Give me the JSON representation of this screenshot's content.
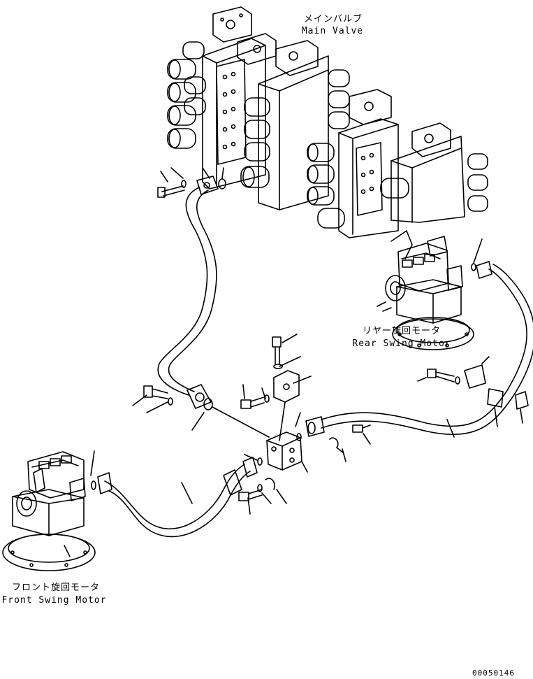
{
  "labels": {
    "main_valve_jp": "メインバルブ",
    "main_valve_en": "Main Valve",
    "rear_motor_jp": "リヤー旋回モータ",
    "rear_motor_en": "Rear Swing Motor",
    "front_motor_jp": "フロント旋回モータ",
    "front_motor_en": "Front Swing Motor",
    "drawing_number": "00050146"
  },
  "colors": {
    "ink": "#000000",
    "paper": "#ffffff"
  }
}
